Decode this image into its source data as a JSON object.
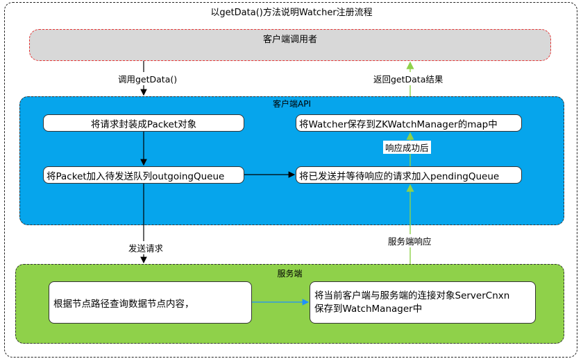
{
  "title": "以getData()方法说明Watcher注册流程",
  "caller": {
    "label": "客户端调用者"
  },
  "client_api": {
    "label": "客户端API",
    "box_encapsulate": "将请求封装成Packet对象",
    "box_outgoing": "将Packet加入待发送队列outgoingQueue",
    "box_save_watcher": "将Watcher保存到ZKWatchManager的map中",
    "box_pending": "将已发送并等待响应的请求加入pendingQueue"
  },
  "server": {
    "label": "服务端",
    "box_query": "根据节点路径查询数据节点内容，",
    "box_save_line1": "将当前客户端与服务端的连接对象ServerCnxn",
    "box_save_line2": "保存到WatchManager中"
  },
  "edges": {
    "call_getdata": "调用getData()",
    "return_getdata": "返回getData结果",
    "send_request": "发送请求",
    "server_response": "服务端响应",
    "on_success": "响应成功后"
  },
  "colors": {
    "api_bg": "#06a5ec",
    "server_bg": "#8fd14a",
    "caller_bg": "#d8d8d8",
    "caller_border": "#e83232",
    "green_arrow": "#8fd14a",
    "blue_arrow": "#1e90ff"
  }
}
